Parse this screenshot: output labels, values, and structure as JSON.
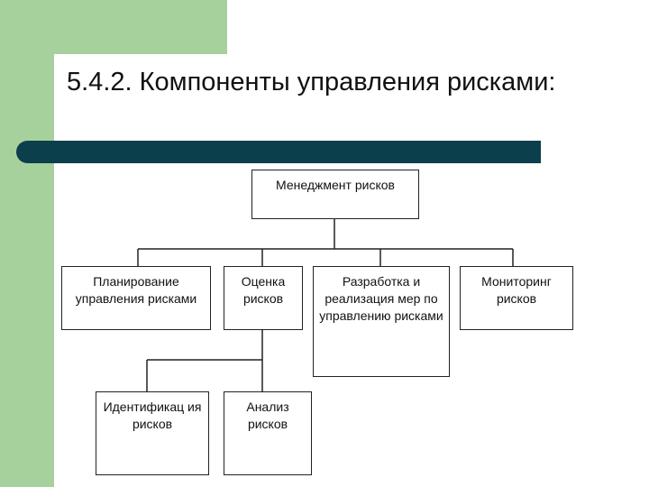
{
  "slide": {
    "title": "5.4.2. Компоненты управления рисками:"
  },
  "diagram": {
    "nodes": {
      "root": "Менеджмент рисков",
      "planning": "Планирование управления рисками",
      "assessment": "Оценка рисков",
      "development": "Разработка и реализация мер по управлению рисками",
      "monitoring": "Мониторинг рисков",
      "identification": "Идентификац ия рисков",
      "analysis": "Анализ рисков"
    }
  },
  "colors": {
    "accent_green": "#a7d19c",
    "title_bar": "#0b3f4c",
    "connector": "#222222"
  }
}
